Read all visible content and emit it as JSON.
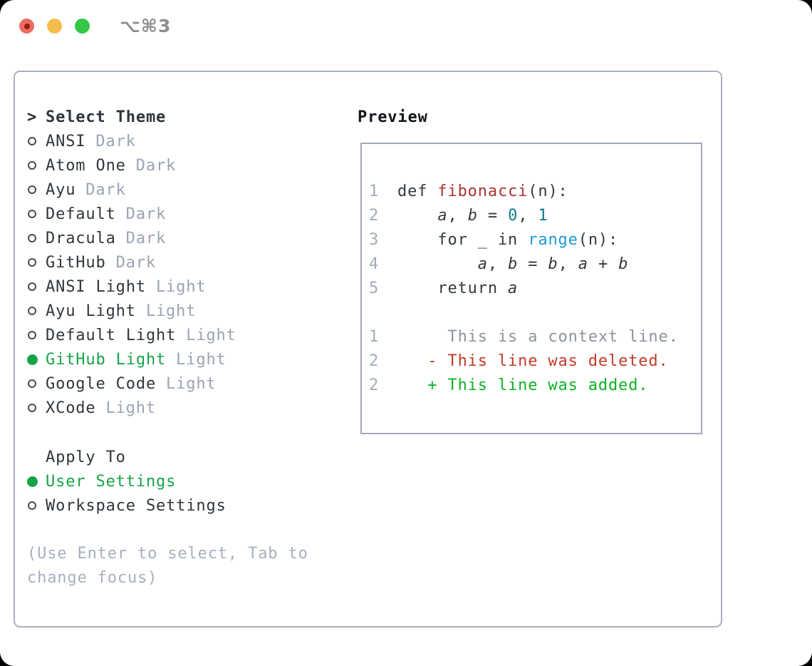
{
  "window": {
    "title": "⌥⌘3",
    "traffic_lights": [
      "close",
      "minimize",
      "zoom"
    ]
  },
  "theme_panel": {
    "marker": ">",
    "title": "Select Theme",
    "themes": [
      {
        "name": "ANSI",
        "variant": "Dark",
        "selected": false
      },
      {
        "name": "Atom One",
        "variant": "Dark",
        "selected": false
      },
      {
        "name": "Ayu",
        "variant": "Dark",
        "selected": false
      },
      {
        "name": "Default",
        "variant": "Dark",
        "selected": false
      },
      {
        "name": "Dracula",
        "variant": "Dark",
        "selected": false
      },
      {
        "name": "GitHub",
        "variant": "Dark",
        "selected": false
      },
      {
        "name": "ANSI Light",
        "variant": "Light",
        "selected": false
      },
      {
        "name": "Ayu Light",
        "variant": "Light",
        "selected": false
      },
      {
        "name": "Default Light",
        "variant": "Light",
        "selected": false
      },
      {
        "name": "GitHub Light",
        "variant": "Light",
        "selected": true
      },
      {
        "name": "Google Code",
        "variant": "Light",
        "selected": false
      },
      {
        "name": "XCode",
        "variant": "Light",
        "selected": false
      }
    ],
    "apply_to": {
      "title": "Apply To",
      "options": [
        {
          "label": "User Settings",
          "selected": true
        },
        {
          "label": "Workspace Settings",
          "selected": false
        }
      ]
    },
    "hint": "(Use Enter to select, Tab to change focus)"
  },
  "preview": {
    "title": "Preview",
    "lines": [
      {
        "num": "1",
        "tokens": [
          {
            "text": "def ",
            "style": "code"
          },
          {
            "text": "fibonacci",
            "style": "fn"
          },
          {
            "text": "(n):",
            "style": "code"
          }
        ]
      },
      {
        "num": "2",
        "tokens": [
          {
            "text": "    ",
            "style": "code"
          },
          {
            "text": "a",
            "style": "var"
          },
          {
            "text": ", ",
            "style": "code"
          },
          {
            "text": "b",
            "style": "var"
          },
          {
            "text": " = ",
            "style": "code"
          },
          {
            "text": "0",
            "style": "num"
          },
          {
            "text": ", ",
            "style": "code"
          },
          {
            "text": "1",
            "style": "num"
          }
        ]
      },
      {
        "num": "3",
        "tokens": [
          {
            "text": "    for _ in ",
            "style": "code"
          },
          {
            "text": "range",
            "style": "builtin"
          },
          {
            "text": "(n):",
            "style": "code"
          }
        ]
      },
      {
        "num": "4",
        "tokens": [
          {
            "text": "        ",
            "style": "code"
          },
          {
            "text": "a",
            "style": "var"
          },
          {
            "text": ", ",
            "style": "code"
          },
          {
            "text": "b",
            "style": "var"
          },
          {
            "text": " = ",
            "style": "code"
          },
          {
            "text": "b",
            "style": "var"
          },
          {
            "text": ", ",
            "style": "code"
          },
          {
            "text": "a",
            "style": "var"
          },
          {
            "text": " + ",
            "style": "code"
          },
          {
            "text": "b",
            "style": "var"
          }
        ]
      },
      {
        "num": "5",
        "tokens": [
          {
            "text": "    return ",
            "style": "code"
          },
          {
            "text": "a",
            "style": "var"
          }
        ]
      },
      {
        "num": "",
        "tokens": []
      },
      {
        "num": "1",
        "tokens": [
          {
            "text": "     This is a context line.",
            "style": "context"
          }
        ]
      },
      {
        "num": "2",
        "tokens": [
          {
            "text": "   - This line was deleted.",
            "style": "deleted"
          }
        ]
      },
      {
        "num": "2",
        "tokens": [
          {
            "text": "   + This line was added.",
            "style": "added"
          }
        ]
      }
    ]
  },
  "colors": {
    "selection_green": "#17a449",
    "function_red": "#a6352f",
    "builtin_blue": "#1d9ad4",
    "number_teal": "#0a7d8c",
    "code_default": "#333a41",
    "context_gray": "#8d949d",
    "deleted_red": "#c23b28",
    "added_green": "#0eb324",
    "line_number_gray": "#9fabbb",
    "variant_gray": "#9aa5b3",
    "hint_gray": "#a6b0bd",
    "panel_border": "#a9b1bb",
    "traffic_red": "#ee6a5f",
    "traffic_yellow": "#f6bd4e",
    "traffic_green": "#32c745"
  }
}
